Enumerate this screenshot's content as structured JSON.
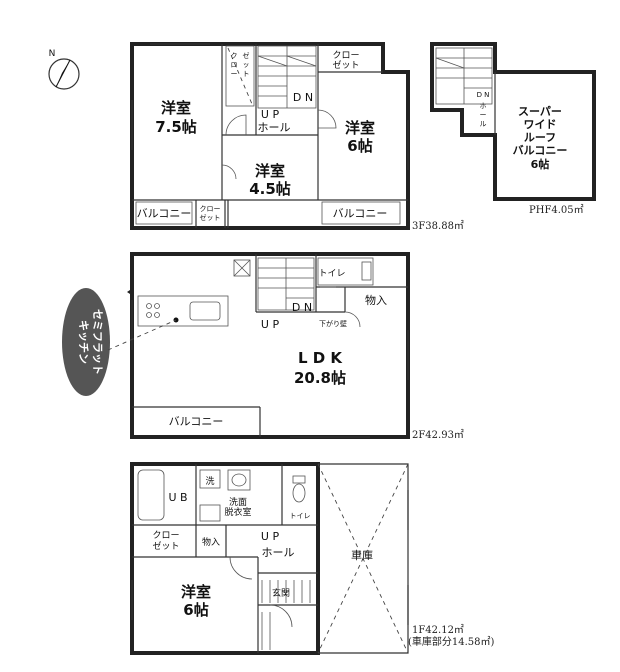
{
  "compass": {
    "north_label": "N"
  },
  "floor3": {
    "room_a_name": "洋室",
    "room_a_size": "7.5帖",
    "closet_vertical": [
      "ク",
      "ロ",
      "ー",
      "ゼ",
      "ッ",
      "ト"
    ],
    "up_label": "U P",
    "dn_label": "D N",
    "hall_label": "ホール",
    "closet_top": [
      "クロー",
      "ゼット"
    ],
    "room_b_name": "洋室",
    "room_b_size": "6帖",
    "room_c_name": "洋室",
    "room_c_size": "4.5帖",
    "balcony_left": "バルコニー",
    "closet_small": [
      "クロー",
      "ゼット"
    ],
    "balcony_right": "バルコニー",
    "area": "3F38.88㎡"
  },
  "penthouse": {
    "stair_dn": "D N",
    "stair_hall": [
      "ホ",
      "ー",
      "ル"
    ],
    "roof_lines": [
      "スーパー",
      "ワイド",
      "ルーフ",
      "バルコニー",
      "6帖"
    ],
    "area": "PHF4.05㎡"
  },
  "floor2": {
    "toilet_label": "トイレ",
    "storage_label": "物入",
    "up_label": "U P",
    "dn_label": "D N",
    "step_label": "下がり壁",
    "room_name": "L D K",
    "room_size": "20.8帖",
    "balcony_label": "バルコニー",
    "area": "2F42.93㎡",
    "callout_lines": [
      "セミフラット",
      "キッチン"
    ]
  },
  "floor1": {
    "wash_label": "洗",
    "ub_label": "U B",
    "washroom_label": [
      "洗面",
      "脱衣室"
    ],
    "toilet_label": "トイレ",
    "closet": [
      "クロー",
      "ゼット"
    ],
    "storage_label": "物入",
    "up_label": "U P",
    "hall_label": "ホール",
    "room_name": "洋室",
    "room_size": "6帖",
    "entrance_label": "玄関",
    "garage_label": "車庫",
    "area_line1": "1F42.12㎡",
    "area_line2": "(車庫部分14.58㎡)"
  }
}
